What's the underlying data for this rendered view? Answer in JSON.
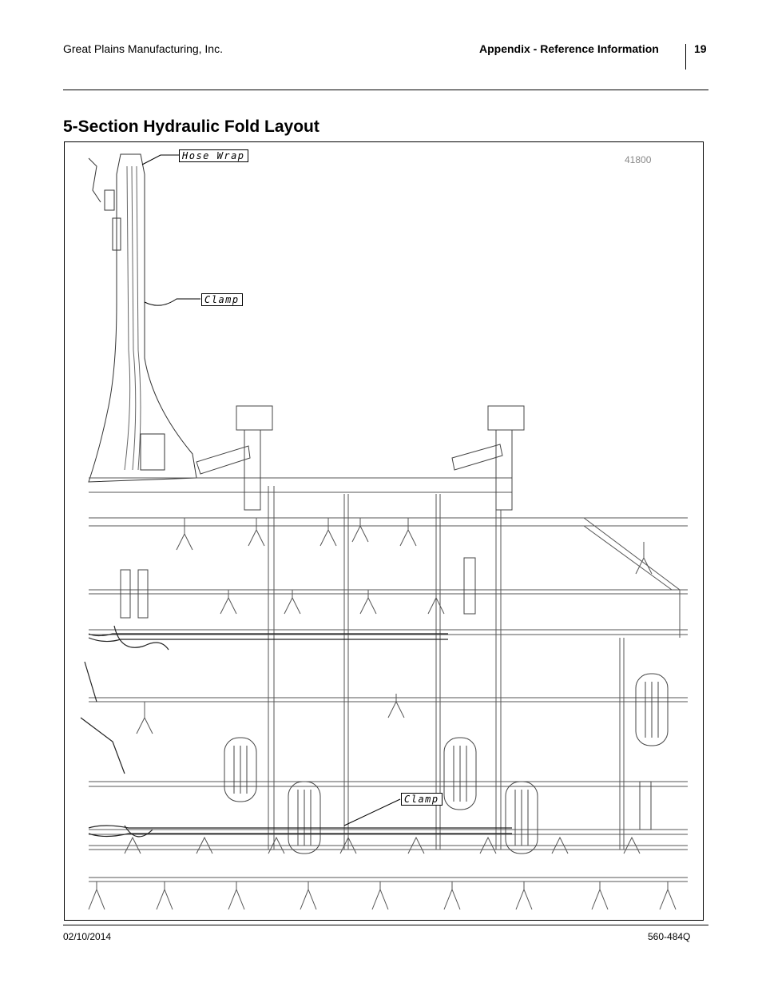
{
  "header": {
    "company": "Great Plains Manufacturing, Inc.",
    "section": "Appendix - Reference Information",
    "page_number": "19"
  },
  "title": "5-Section Hydraulic Fold Layout",
  "figure": {
    "figure_number": "41800",
    "callouts": {
      "hose_wrap": "Hose Wrap",
      "clamp_upper": "Clamp",
      "clamp_lower": "Clamp"
    }
  },
  "footer": {
    "date": "02/10/2014",
    "doc_number": "560-484Q"
  }
}
